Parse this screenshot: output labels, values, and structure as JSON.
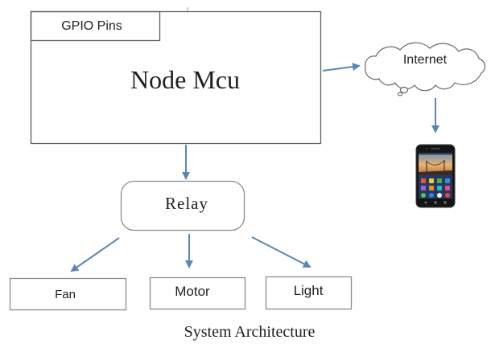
{
  "diagram": {
    "nodemcu": {
      "label": "Node Mcu",
      "gpio_label": "GPIO Pins"
    },
    "internet": {
      "label": "Internet"
    },
    "phone": {
      "icon": "smartphone-icon"
    },
    "relay": {
      "label": "Relay"
    },
    "devices": [
      {
        "label": "Fan"
      },
      {
        "label": "Motor"
      },
      {
        "label": "Light"
      }
    ],
    "caption": "System Architecture"
  },
  "colors": {
    "background": "#ffffff",
    "box_border": "#5f5f5f",
    "arrow": "#5b87b2",
    "text": "#1f1f1f"
  }
}
